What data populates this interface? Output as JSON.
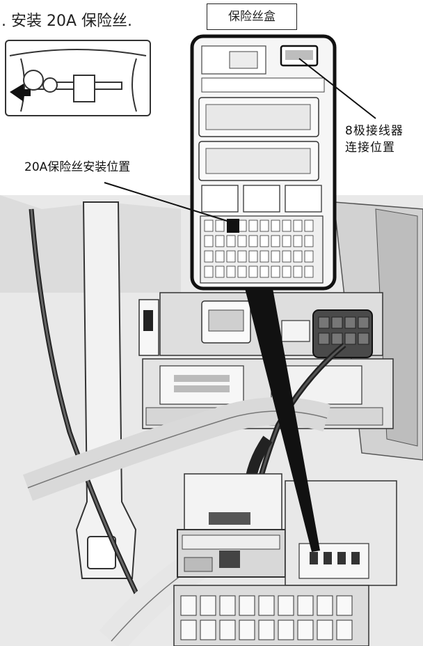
{
  "instruction": {
    "text": ". 安装 20A 保险丝."
  },
  "fuse_box_label": "保险丝盒",
  "callouts": {
    "fuse_position": "20A保险丝安装位置",
    "connector_line1": "8极接线器",
    "connector_line2": "连接位置"
  }
}
